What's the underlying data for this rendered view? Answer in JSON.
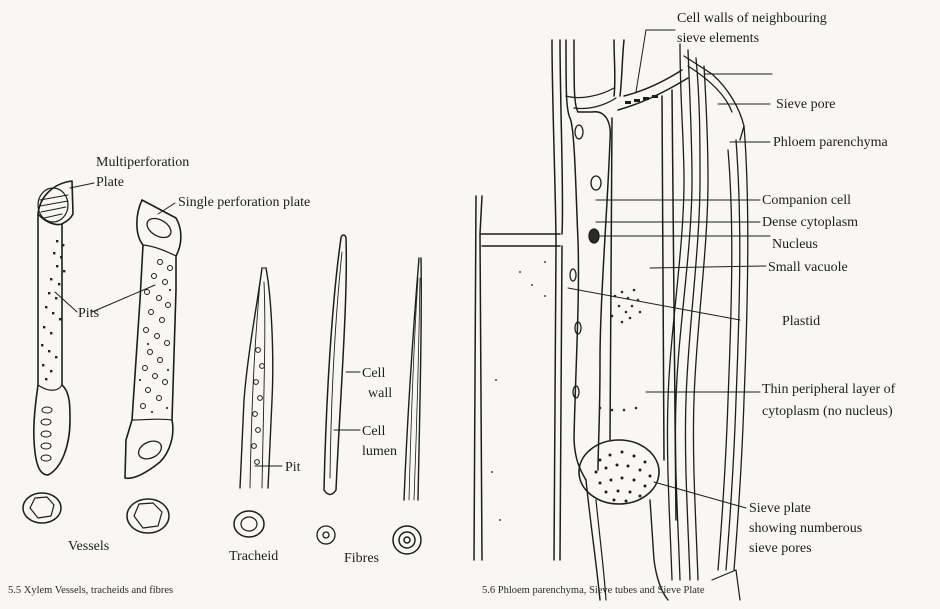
{
  "xylem_figure": {
    "caption": "5.5 Xylem Vessels, tracheids and fibres",
    "labels": {
      "multiperforation": "Multiperforation",
      "plate": "Plate",
      "single_perforation_plate": "Single perforation plate",
      "pits": "Pits",
      "pit": "Pit",
      "cell_wall_1": "Cell",
      "cell_wall_2": "wall",
      "cell_lumen_1": "Cell",
      "cell_lumen_2": "lumen",
      "vessels": "Vessels",
      "tracheid": "Tracheid",
      "fibres": "Fibres"
    }
  },
  "phloem_figure": {
    "caption": "5.6 Phloem parenchyma, Sieve tubes and Sieve Plate",
    "labels": {
      "cell_walls_1": "Cell walls of neighbouring",
      "cell_walls_2": "sieve elements",
      "sieve_pore": "Sieve pore",
      "phloem_parenchyma": "Phloem parenchyma",
      "companion_cell": "Companion cell",
      "dense_cytoplasm": "Dense cytoplasm",
      "nucleus": "Nucleus",
      "small_vacuole": "Small vacuole",
      "plastid": "Plastid",
      "thin_layer_1": "Thin peripheral layer of",
      "thin_layer_2": "cytoplasm (no nucleus)",
      "sieve_plate_1": "Sieve plate",
      "sieve_plate_2": "showing numberous",
      "sieve_plate_3": "sieve pores"
    }
  }
}
